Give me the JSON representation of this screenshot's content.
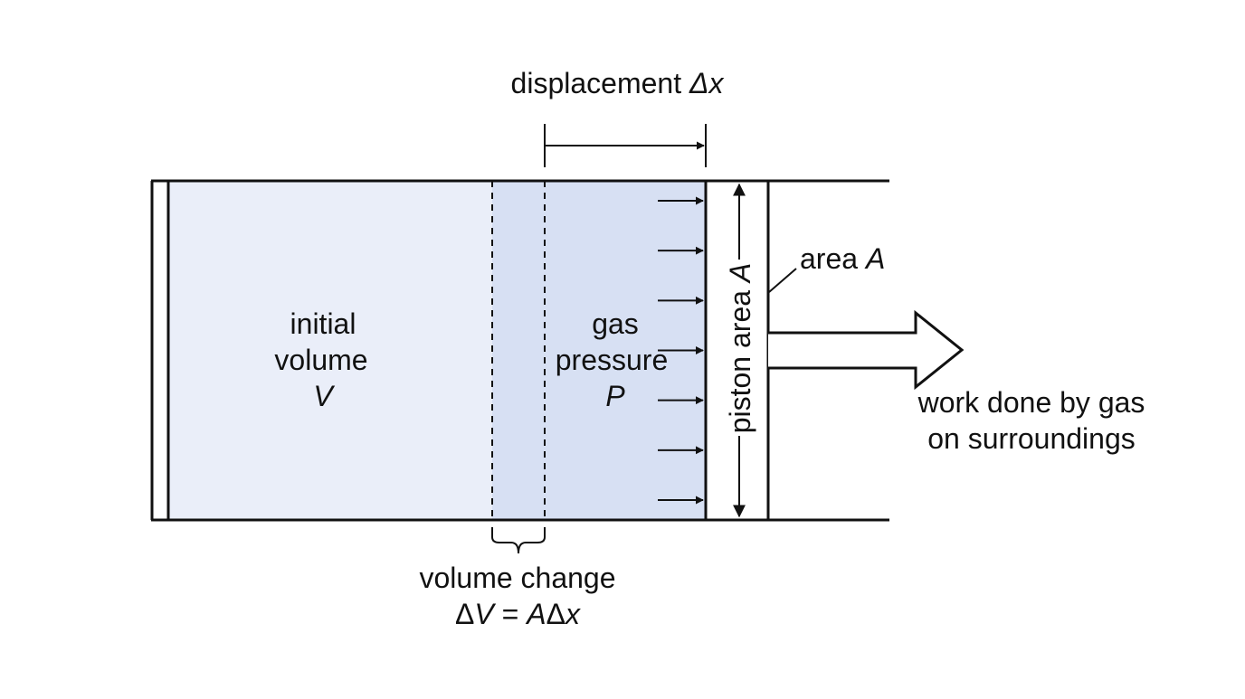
{
  "labels": {
    "displacement": {
      "text": "displacement ",
      "symbol": "Δx"
    },
    "initial_volume": {
      "line1": "initial",
      "line2": "volume",
      "symbol": "V"
    },
    "gas_pressure": {
      "line1": "gas",
      "line2": "pressure",
      "symbol": "P"
    },
    "piston_area": {
      "text": "piston area ",
      "symbol": "A"
    },
    "area": {
      "text": "area ",
      "symbol": "A"
    },
    "work": {
      "line1": "work done by gas",
      "line2": "on surroundings"
    },
    "volume_change": {
      "line1": "volume change",
      "prefix": "Δ",
      "v": "V",
      "eq": " = ",
      "a": "A",
      "delta": "Δ",
      "x": "x"
    }
  },
  "colors": {
    "gas_fill": "#eaeef9",
    "displaced_fill": "#d7e0f3",
    "stroke": "#111111",
    "background": "#ffffff"
  },
  "pressure_arrow_count": 7
}
